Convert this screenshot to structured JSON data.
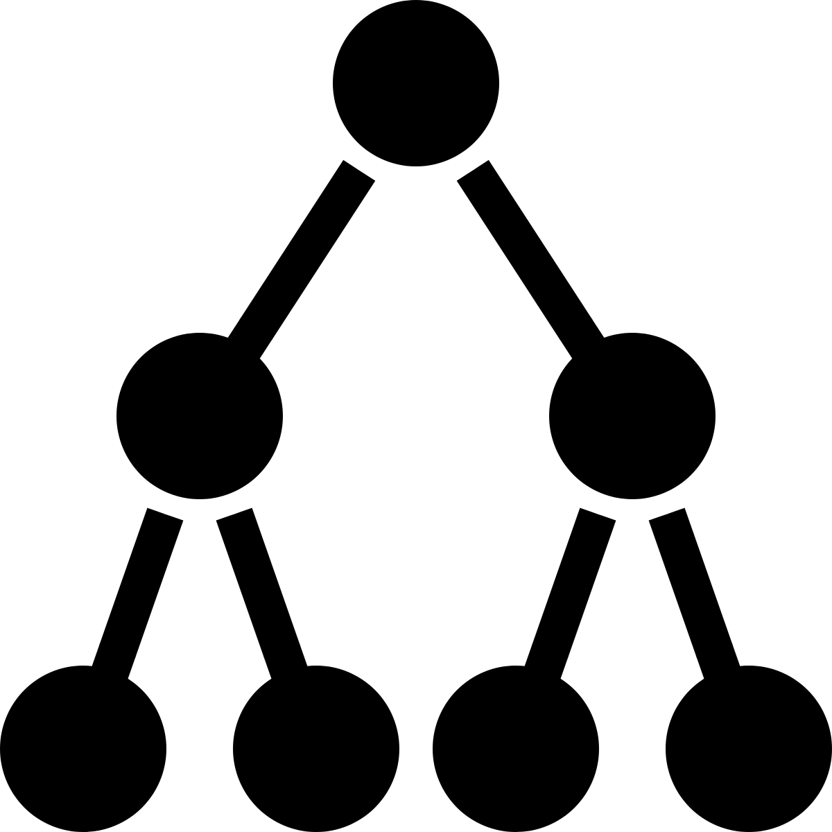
{
  "diagram": {
    "icon": "hierarchy-tree-icon",
    "fill_color": "#000000",
    "background_color": "#ffffff",
    "levels": [
      1,
      2,
      4
    ],
    "nodes": [
      {
        "id": "root"
      },
      {
        "id": "left",
        "parent": "root"
      },
      {
        "id": "right",
        "parent": "root"
      },
      {
        "id": "left-left",
        "parent": "left"
      },
      {
        "id": "left-right",
        "parent": "left"
      },
      {
        "id": "right-left",
        "parent": "right"
      },
      {
        "id": "right-right",
        "parent": "right"
      }
    ]
  }
}
